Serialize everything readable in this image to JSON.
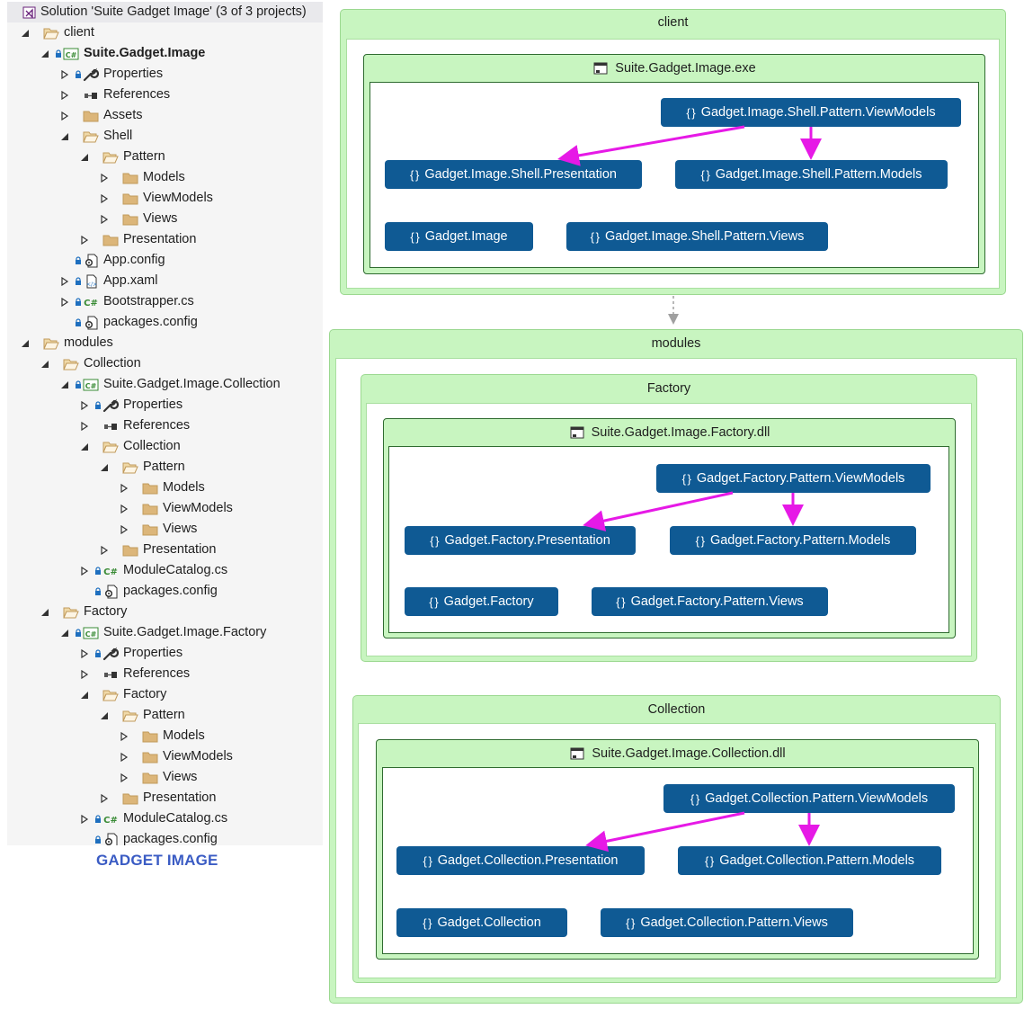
{
  "solution_explorer": {
    "rows": [
      {
        "label": "Solution 'Suite Gadget Image' (3 of 3 projects)",
        "depth": 0,
        "expander": "none",
        "icon": "solution-icon",
        "lock": false,
        "bold": false
      },
      {
        "label": "client",
        "depth": 0,
        "expander": "open",
        "icon": "folder-open-icon",
        "lock": false,
        "bold": false
      },
      {
        "label": "Suite.Gadget.Image",
        "depth": 1,
        "expander": "open",
        "icon": "csharp-project-icon",
        "lock": true,
        "bold": true
      },
      {
        "label": "Properties",
        "depth": 2,
        "expander": "closed",
        "icon": "wrench-icon",
        "lock": true,
        "bold": false
      },
      {
        "label": "References",
        "depth": 2,
        "expander": "closed",
        "icon": "references-icon",
        "lock": false,
        "bold": false
      },
      {
        "label": "Assets",
        "depth": 2,
        "expander": "closed",
        "icon": "folder-icon",
        "lock": false,
        "bold": false
      },
      {
        "label": "Shell",
        "depth": 2,
        "expander": "open",
        "icon": "folder-open-icon",
        "lock": false,
        "bold": false
      },
      {
        "label": "Pattern",
        "depth": 3,
        "expander": "open",
        "icon": "folder-open-icon",
        "lock": false,
        "bold": false
      },
      {
        "label": "Models",
        "depth": 4,
        "expander": "closed",
        "icon": "folder-icon",
        "lock": false,
        "bold": false
      },
      {
        "label": "ViewModels",
        "depth": 4,
        "expander": "closed",
        "icon": "folder-icon",
        "lock": false,
        "bold": false
      },
      {
        "label": "Views",
        "depth": 4,
        "expander": "closed",
        "icon": "folder-icon",
        "lock": false,
        "bold": false
      },
      {
        "label": "Presentation",
        "depth": 3,
        "expander": "closed",
        "icon": "folder-icon",
        "lock": false,
        "bold": false
      },
      {
        "label": "App.config",
        "depth": 2,
        "expander": "none",
        "icon": "config-file-icon",
        "lock": true,
        "bold": false
      },
      {
        "label": "App.xaml",
        "depth": 2,
        "expander": "closed",
        "icon": "xaml-file-icon",
        "lock": true,
        "bold": false
      },
      {
        "label": "Bootstrapper.cs",
        "depth": 2,
        "expander": "closed",
        "icon": "csharp-file-icon",
        "lock": true,
        "bold": false
      },
      {
        "label": "packages.config",
        "depth": 2,
        "expander": "none",
        "icon": "config-file-icon",
        "lock": true,
        "bold": false
      },
      {
        "label": "modules",
        "depth": 0,
        "expander": "open",
        "icon": "folder-open-icon",
        "lock": false,
        "bold": false
      },
      {
        "label": "Collection",
        "depth": 1,
        "expander": "open",
        "icon": "folder-open-icon",
        "lock": false,
        "bold": false
      },
      {
        "label": "Suite.Gadget.Image.Collection",
        "depth": 2,
        "expander": "open",
        "icon": "csharp-project-icon",
        "lock": true,
        "bold": false
      },
      {
        "label": "Properties",
        "depth": 3,
        "expander": "closed",
        "icon": "wrench-icon",
        "lock": true,
        "bold": false
      },
      {
        "label": "References",
        "depth": 3,
        "expander": "closed",
        "icon": "references-icon",
        "lock": false,
        "bold": false
      },
      {
        "label": "Collection",
        "depth": 3,
        "expander": "open",
        "icon": "folder-open-icon",
        "lock": false,
        "bold": false
      },
      {
        "label": "Pattern",
        "depth": 4,
        "expander": "open",
        "icon": "folder-open-icon",
        "lock": false,
        "bold": false
      },
      {
        "label": "Models",
        "depth": 5,
        "expander": "closed",
        "icon": "folder-icon",
        "lock": false,
        "bold": false
      },
      {
        "label": "ViewModels",
        "depth": 5,
        "expander": "closed",
        "icon": "folder-icon",
        "lock": false,
        "bold": false
      },
      {
        "label": "Views",
        "depth": 5,
        "expander": "closed",
        "icon": "folder-icon",
        "lock": false,
        "bold": false
      },
      {
        "label": "Presentation",
        "depth": 4,
        "expander": "closed",
        "icon": "folder-icon",
        "lock": false,
        "bold": false
      },
      {
        "label": "ModuleCatalog.cs",
        "depth": 3,
        "expander": "closed",
        "icon": "csharp-file-icon",
        "lock": true,
        "bold": false
      },
      {
        "label": "packages.config",
        "depth": 3,
        "expander": "none",
        "icon": "config-file-icon",
        "lock": true,
        "bold": false
      },
      {
        "label": "Factory",
        "depth": 1,
        "expander": "open",
        "icon": "folder-open-icon",
        "lock": false,
        "bold": false
      },
      {
        "label": "Suite.Gadget.Image.Factory",
        "depth": 2,
        "expander": "open",
        "icon": "csharp-project-icon",
        "lock": true,
        "bold": false
      },
      {
        "label": "Properties",
        "depth": 3,
        "expander": "closed",
        "icon": "wrench-icon",
        "lock": true,
        "bold": false
      },
      {
        "label": "References",
        "depth": 3,
        "expander": "closed",
        "icon": "references-icon",
        "lock": false,
        "bold": false
      },
      {
        "label": "Factory",
        "depth": 3,
        "expander": "open",
        "icon": "folder-open-icon",
        "lock": false,
        "bold": false
      },
      {
        "label": "Pattern",
        "depth": 4,
        "expander": "open",
        "icon": "folder-open-icon",
        "lock": false,
        "bold": false
      },
      {
        "label": "Models",
        "depth": 5,
        "expander": "closed",
        "icon": "folder-icon",
        "lock": false,
        "bold": false
      },
      {
        "label": "ViewModels",
        "depth": 5,
        "expander": "closed",
        "icon": "folder-icon",
        "lock": false,
        "bold": false
      },
      {
        "label": "Views",
        "depth": 5,
        "expander": "closed",
        "icon": "folder-icon",
        "lock": false,
        "bold": false
      },
      {
        "label": "Presentation",
        "depth": 4,
        "expander": "closed",
        "icon": "folder-icon",
        "lock": false,
        "bold": false
      },
      {
        "label": "ModuleCatalog.cs",
        "depth": 3,
        "expander": "closed",
        "icon": "csharp-file-icon",
        "lock": true,
        "bold": false
      },
      {
        "label": "packages.config",
        "depth": 3,
        "expander": "none",
        "icon": "config-file-icon",
        "lock": true,
        "bold": false
      }
    ]
  },
  "caption": "GADGET IMAGE",
  "diagram": {
    "groups": {
      "client": "client",
      "modules": "modules",
      "factory": "Factory",
      "collection": "Collection"
    },
    "assemblies": {
      "client": "Suite.Gadget.Image.exe",
      "factory": "Suite.Gadget.Image.Factory.dll",
      "collection": "Suite.Gadget.Image.Collection.dll"
    },
    "namespaces": {
      "client": {
        "viewmodels": "Gadget.Image.Shell.Pattern.ViewModels",
        "presentation": "Gadget.Image.Shell.Presentation",
        "models": "Gadget.Image.Shell.Pattern.Models",
        "root": "Gadget.Image",
        "views": "Gadget.Image.Shell.Pattern.Views"
      },
      "factory": {
        "viewmodels": "Gadget.Factory.Pattern.ViewModels",
        "presentation": "Gadget.Factory.Presentation",
        "models": "Gadget.Factory.Pattern.Models",
        "root": "Gadget.Factory",
        "views": "Gadget.Factory.Pattern.Views"
      },
      "collection": {
        "viewmodels": "Gadget.Collection.Pattern.ViewModels",
        "presentation": "Gadget.Collection.Presentation",
        "models": "Gadget.Collection.Pattern.Models",
        "root": "Gadget.Collection",
        "views": "Gadget.Collection.Pattern.Views"
      }
    },
    "colors": {
      "group_fill": "#c8f5c0",
      "namespace_fill": "#0f5a94",
      "dependency_arrow": "#e619e6",
      "group_dependency_arrow": "#a0a0a0",
      "caption": "#3b5cc4"
    }
  }
}
